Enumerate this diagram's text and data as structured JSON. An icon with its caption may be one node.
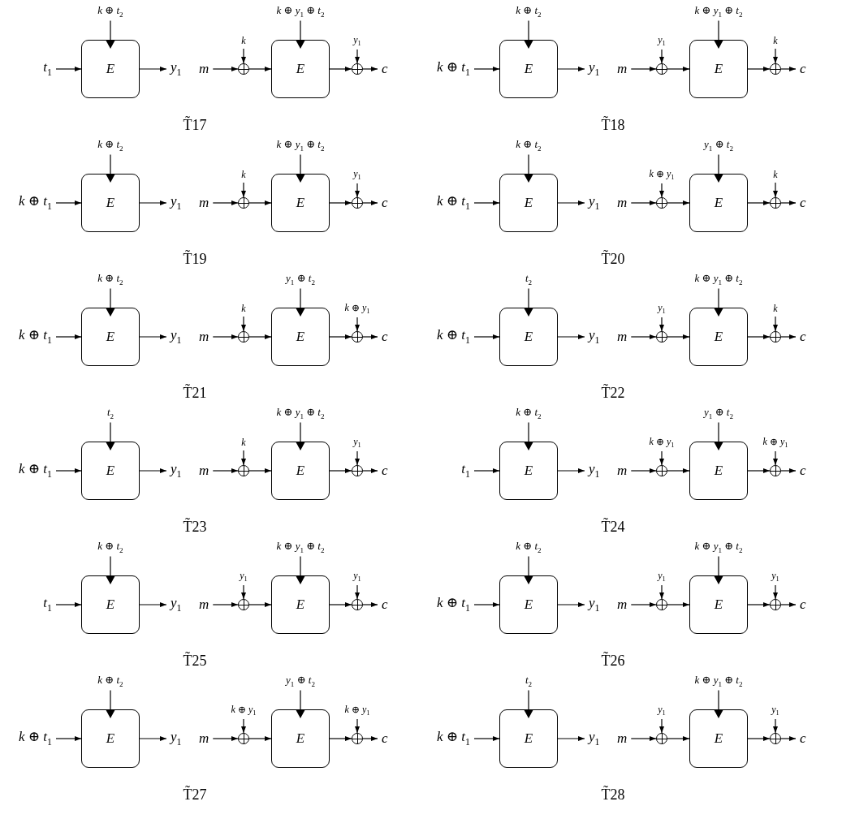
{
  "diagram": {
    "nodes": [
      {
        "text": [
          "t$_{1}$"
        ]
      },
      {
        "text": [
          "k ⊕ t$_{2}$"
        ]
      },
      {
        "text": [
          "E"
        ]
      },
      {
        "text": [
          "y$_{1}$"
        ]
      },
      {
        "text": [
          "m"
        ]
      },
      {
        "text": [
          "k"
        ]
      },
      {
        "text": [],
        "shape": "circle"
      },
      {
        "text": [
          "k ⊕ y$_{1}$ ⊕ t$_{2}$"
        ]
      },
      {
        "text": [
          "E"
        ]
      },
      {
        "text": [
          "y$_{1}$"
        ]
      },
      {
        "text": [],
        "shape": "circle"
      },
      {
        "text": [
          "c"
        ]
      },
      {
        "text": [
          "k ⊕ t$_{1}$"
        ]
      },
      {
        "text": [
          "k ⊕ t$_{2}$"
        ]
      },
      {
        "text": [
          "E"
        ]
      },
      {
        "text": [
          "y$_{1}$"
        ]
      },
      {
        "text": [
          "m"
        ]
      },
      {
        "text": [
          "y$_{1}$"
        ]
      },
      {
        "text": [],
        "shape": "circle"
      },
      {
        "text": [
          "k ⊕ y$_{1}$ ⊕ t$_{2}$"
        ]
      },
      {
        "text": [
          "E"
        ]
      },
      {
        "text": [
          "k"
        ]
      },
      {
        "text": [],
        "shape": "circle"
      },
      {
        "text": [
          "c"
        ]
      },
      {
        "text": [
          "k ⊕ t$_{1}$"
        ]
      },
      {
        "text": [
          "k ⊕ t$_{2}$"
        ]
      },
      {
        "text": [
          "E"
        ]
      },
      {
        "text": [
          "y$_{1}$"
        ]
      },
      {
        "text": [
          "m"
        ]
      },
      {
        "text": [
          "k"
        ]
      },
      {
        "text": [],
        "shape": "circle"
      },
      {
        "text": [
          "k ⊕ y$_{1}$ ⊕ t$_{2}$"
        ]
      },
      {
        "text": [
          "E"
        ]
      },
      {
        "text": [
          "y$_{1}$"
        ]
      },
      {
        "text": [],
        "shape": "circle"
      },
      {
        "text": [
          "c"
        ]
      },
      {
        "text": [
          "k ⊕ t$_{1}$"
        ]
      },
      {
        "text": [
          "k ⊕ t$_{2}$"
        ]
      },
      {
        "text": [
          "E"
        ]
      },
      {
        "text": [
          "y$_{1}$"
        ]
      },
      {
        "text": [
          "m"
        ]
      },
      {
        "text": [
          "k ⊕ y$_{1}$"
        ]
      },
      {
        "text": [],
        "shape": "circle"
      },
      {
        "text": [
          "y$_{1}$ ⊕ t$_{2}$"
        ]
      },
      {
        "text": [
          "E"
        ]
      },
      {
        "text": [
          "k"
        ]
      },
      {
        "text": [],
        "shape": "circle"
      },
      {
        "text": [
          "c"
        ]
      },
      {
        "text": [
          "k ⊕ t$_{1}$"
        ]
      },
      {
        "text": [
          "k ⊕ t$_{2}$"
        ]
      },
      {
        "text": [
          "E"
        ]
      },
      {
        "text": [
          "y$_{1}$"
        ]
      },
      {
        "text": [
          "m"
        ]
      },
      {
        "text": [
          "k"
        ]
      },
      {
        "text": [],
        "shape": "circle"
      },
      {
        "text": [
          "y$_{1}$ ⊕ t$_{2}$"
        ]
      },
      {
        "text": [
          "E"
        ]
      },
      {
        "text": [
          "k ⊕ y$_{1}$"
        ]
      },
      {
        "text": [],
        "shape": "circle"
      },
      {
        "text": [
          "c"
        ]
      },
      {
        "text": [
          "k ⊕ t$_{1}$"
        ]
      },
      {
        "text": [
          "t$_{2}$"
        ]
      },
      {
        "text": [
          "E"
        ]
      },
      {
        "text": [
          "y$_{1}$"
        ]
      },
      {
        "text": [
          "m"
        ]
      },
      {
        "text": [
          "y$_{1}$"
        ]
      },
      {
        "text": [],
        "shape": "circle"
      },
      {
        "text": [
          "k ⊕ y$_{1}$ ⊕ t$_{2}$"
        ]
      },
      {
        "text": [
          "E"
        ]
      },
      {
        "text": [
          "k"
        ]
      },
      {
        "text": [],
        "shape": "circle"
      },
      {
        "text": [
          "c"
        ]
      },
      {
        "text": [
          "k ⊕ t$_{1}$"
        ]
      },
      {
        "text": [
          "t$_{2}$"
        ]
      },
      {
        "text": [
          "E"
        ]
      },
      {
        "text": [
          "y$_{1}$"
        ]
      },
      {
        "text": [
          "m"
        ]
      },
      {
        "text": [
          "k"
        ]
      },
      {
        "text": [],
        "shape": "circle"
      },
      {
        "text": [
          "k ⊕ y$_{1}$ ⊕ t$_{2}$"
        ]
      },
      {
        "text": [
          "E"
        ]
      },
      {
        "text": [
          "y$_{1}$"
        ]
      },
      {
        "text": [],
        "shape": "circle"
      },
      {
        "text": [
          "c"
        ]
      },
      {
        "text": [
          "t$_{1}$"
        ]
      },
      {
        "text": [
          "k ⊕ t$_{2}$"
        ]
      },
      {
        "text": [
          "E"
        ]
      },
      {
        "text": [
          "y$_{1}$"
        ]
      },
      {
        "text": [
          "m"
        ]
      },
      {
        "text": [
          "k ⊕ y$_{1}$"
        ]
      },
      {
        "text": [],
        "shape": "circle"
      },
      {
        "text": [
          "y$_{1}$ ⊕ t$_{2}$"
        ]
      },
      {
        "text": [
          "E"
        ]
      },
      {
        "text": [
          "k ⊕ y$_{1}$"
        ]
      },
      {
        "text": [],
        "shape": "circle"
      },
      {
        "text": [
          "c"
        ]
      },
      {
        "text": [
          "t$_{1}$"
        ]
      },
      {
        "text": [
          "k ⊕ t$_{2}$"
        ]
      },
      {
        "text": [
          "E"
        ]
      },
      {
        "text": [
          "y$_{1}$"
        ]
      },
      {
        "text": [
          "m"
        ]
      },
      {
        "text": [
          "y$_{1}$"
        ]
      },
      {
        "text": [],
        "shape": "circle"
      },
      {
        "text": [
          "k ⊕ y$_{1}$ ⊕ t$_{2}$"
        ]
      },
      {
        "text": [
          "E"
        ]
      },
      {
        "text": [
          "y$_{1}$"
        ]
      },
      {
        "text": [],
        "shape": "circle"
      },
      {
        "text": [
          "c"
        ]
      },
      {
        "text": [
          "k ⊕ t$_{1}$"
        ]
      },
      {
        "text": [
          "k ⊕ t$_{2}$"
        ]
      },
      {
        "text": [
          "E"
        ]
      },
      {
        "text": [
          "y$_{1}$"
        ]
      },
      {
        "text": [
          "m"
        ]
      },
      {
        "text": [
          "y$_{1}$"
        ]
      },
      {
        "text": [],
        "shape": "circle"
      },
      {
        "text": [
          "k ⊕ y$_{1}$ ⊕ t$_{2}$"
        ]
      },
      {
        "text": [
          "E"
        ]
      },
      {
        "text": [
          "y$_{1}$"
        ]
      },
      {
        "text": [],
        "shape": "circle"
      },
      {
        "text": [
          "c"
        ]
      },
      {
        "text": [
          "k ⊕ t$_{1}$"
        ]
      },
      {
        "text": [
          "k ⊕ t$_{2}$"
        ]
      },
      {
        "text": [
          "E"
        ]
      },
      {
        "text": [
          "y$_{1}$"
        ]
      },
      {
        "text": [
          "m"
        ]
      },
      {
        "text": [
          "k ⊕ y$_{1}$"
        ]
      },
      {
        "text": [],
        "shape": "circle"
      },
      {
        "text": [
          "y$_{1}$ ⊕ t$_{2}$"
        ]
      },
      {
        "text": [
          "E"
        ]
      },
      {
        "text": [
          "k ⊕ y$_{1}$"
        ]
      },
      {
        "text": [],
        "shape": "circle"
      },
      {
        "text": [
          "c"
        ]
      },
      {
        "text": [
          "k ⊕ t$_{1}$"
        ]
      },
      {
        "text": [
          "t$_{2}$"
        ]
      },
      {
        "text": [
          "E"
        ]
      },
      {
        "text": [
          "y$_{1}$"
        ]
      },
      {
        "text": [
          "m"
        ]
      },
      {
        "text": [
          "y$_{1}$"
        ]
      },
      {
        "text": [],
        "shape": "circle"
      },
      {
        "text": [
          "k ⊕ y$_{1}$ ⊕ t$_{2}$"
        ]
      },
      {
        "text": [
          "E"
        ]
      },
      {
        "text": [
          "y$_{1}$"
        ]
      },
      {
        "text": [],
        "shape": "circle"
      },
      {
        "text": [
          "c"
        ]
      }
    ],
    "edges": [
      {
        "from": 0,
        "to": 2,
        "arrow": "to"
      },
      {
        "from": 1,
        "to": 2,
        "arrow": "to"
      },
      {
        "from": 2,
        "to": 3,
        "arrow": "to"
      },
      {
        "from": 4,
        "to": 6,
        "arrow": "to"
      },
      {
        "from": 5,
        "to": 6,
        "arrow": "to"
      },
      {
        "from": 6,
        "to": 8,
        "arrow": "to"
      },
      {
        "from": 7,
        "to": 8,
        "arrow": "to"
      },
      {
        "from": 8,
        "to": 10,
        "arrow": "to"
      },
      {
        "from": 9,
        "to": 10,
        "arrow": "to"
      },
      {
        "from": 10,
        "to": 11,
        "arrow": "to"
      },
      {
        "from": 12,
        "to": 14,
        "arrow": "to"
      },
      {
        "from": 13,
        "to": 14,
        "arrow": "to"
      },
      {
        "from": 14,
        "to": 15,
        "arrow": "to"
      },
      {
        "from": 16,
        "to": 18,
        "arrow": "to"
      },
      {
        "from": 17,
        "to": 18,
        "arrow": "to"
      },
      {
        "from": 18,
        "to": 20,
        "arrow": "to"
      },
      {
        "from": 19,
        "to": 20,
        "arrow": "to"
      },
      {
        "from": 20,
        "to": 22,
        "arrow": "to"
      },
      {
        "from": 21,
        "to": 22,
        "arrow": "to"
      },
      {
        "from": 22,
        "to": 23,
        "arrow": "to"
      },
      {
        "from": 24,
        "to": 26,
        "arrow": "to"
      },
      {
        "from": 25,
        "to": 26,
        "arrow": "to"
      },
      {
        "from": 26,
        "to": 27,
        "arrow": "to"
      },
      {
        "from": 28,
        "to": 30,
        "arrow": "to"
      },
      {
        "from": 29,
        "to": 30,
        "arrow": "to"
      },
      {
        "from": 30,
        "to": 32,
        "arrow": "to"
      },
      {
        "from": 31,
        "to": 32,
        "arrow": "to"
      },
      {
        "from": 32,
        "to": 34,
        "arrow": "to"
      },
      {
        "from": 33,
        "to": 34,
        "arrow": "to"
      },
      {
        "from": 34,
        "to": 35,
        "arrow": "to"
      },
      {
        "from": 36,
        "to": 38,
        "arrow": "to"
      },
      {
        "from": 37,
        "to": 38,
        "arrow": "to"
      },
      {
        "from": 38,
        "to": 39,
        "arrow": "to"
      },
      {
        "from": 40,
        "to": 42,
        "arrow": "to"
      },
      {
        "from": 41,
        "to": 42,
        "arrow": "to"
      },
      {
        "from": 42,
        "to": 44,
        "arrow": "to"
      },
      {
        "from": 43,
        "to": 44,
        "arrow": "to"
      },
      {
        "from": 44,
        "to": 46,
        "arrow": "to"
      },
      {
        "from": 45,
        "to": 46,
        "arrow": "to"
      },
      {
        "from": 46,
        "to": 47,
        "arrow": "to"
      },
      {
        "from": 48,
        "to": 50,
        "arrow": "to"
      },
      {
        "from": 49,
        "to": 50,
        "arrow": "to"
      },
      {
        "from": 50,
        "to": 51,
        "arrow": "to"
      },
      {
        "from": 52,
        "to": 54,
        "arrow": "to"
      },
      {
        "from": 53,
        "to": 54,
        "arrow": "to"
      },
      {
        "from": 54,
        "to": 56,
        "arrow": "to"
      },
      {
        "from": 55,
        "to": 56,
        "arrow": "to"
      },
      {
        "from": 56,
        "to": 58,
        "arrow": "to"
      },
      {
        "from": 57,
        "to": 58,
        "arrow": "to"
      },
      {
        "from": 58,
        "to": 59,
        "arrow": "to"
      },
      {
        "from": 60,
        "to": 62,
        "arrow": "to"
      },
      {
        "from": 61,
        "to": 62,
        "arrow": "to"
      },
      {
        "from": 62,
        "to": 63,
        "arrow": "to"
      },
      {
        "from": 64,
        "to": 66,
        "arrow": "to"
      },
      {
        "from": 65,
        "to": 66,
        "arrow": "to"
      },
      {
        "from": 66,
        "to": 68,
        "arrow": "to"
      },
      {
        "from": 67,
        "to": 68,
        "arrow": "to"
      },
      {
        "from": 68,
        "to": 70,
        "arrow": "to"
      },
      {
        "from": 69,
        "to": 70,
        "arrow": "to"
      },
      {
        "from": 70,
        "to": 71,
        "arrow": "to"
      },
      {
        "from": 72,
        "to": 74,
        "arrow": "to"
      },
      {
        "from": 73,
        "to": 74,
        "arrow": "to"
      },
      {
        "from": 74,
        "to": 75,
        "arrow": "to"
      },
      {
        "from": 76,
        "to": 78,
        "arrow": "to"
      },
      {
        "from": 77,
        "to": 78,
        "arrow": "to"
      },
      {
        "from": 78,
        "to": 80,
        "arrow": "to"
      },
      {
        "from": 79,
        "to": 80,
        "arrow": "to"
      },
      {
        "from": 80,
        "to": 82,
        "arrow": "to"
      },
      {
        "from": 81,
        "to": 82,
        "arrow": "to"
      },
      {
        "from": 82,
        "to": 83,
        "arrow": "to"
      },
      {
        "from": 84,
        "to": 86,
        "arrow": "to"
      },
      {
        "from": 85,
        "to": 86,
        "arrow": "to"
      },
      {
        "from": 86,
        "to": 87,
        "arrow": "to"
      },
      {
        "from": 88,
        "to": 90,
        "arrow": "to"
      },
      {
        "from": 89,
        "to": 90,
        "arrow": "to"
      },
      {
        "from": 90,
        "to": 92,
        "arrow": "to"
      },
      {
        "from": 91,
        "to": 92,
        "arrow": "to"
      },
      {
        "from": 92,
        "to": 94,
        "arrow": "to"
      },
      {
        "from": 93,
        "to": 94,
        "arrow": "to"
      },
      {
        "from": 94,
        "to": 95,
        "arrow": "to"
      },
      {
        "from": 96,
        "to": 98,
        "arrow": "to"
      },
      {
        "from": 97,
        "to": 98,
        "arrow": "to"
      },
      {
        "from": 98,
        "to": 99,
        "arrow": "to"
      },
      {
        "from": 100,
        "to": 102,
        "arrow": "to"
      },
      {
        "from": 101,
        "to": 102,
        "arrow": "to"
      },
      {
        "from": 102,
        "to": 104,
        "arrow": "to"
      },
      {
        "from": 103,
        "to": 104,
        "arrow": "to"
      },
      {
        "from": 104,
        "to": 106,
        "arrow": "to"
      },
      {
        "from": 105,
        "to": 106,
        "arrow": "to"
      },
      {
        "from": 106,
        "to": 107,
        "arrow": "to"
      },
      {
        "from": 108,
        "to": 110,
        "arrow": "to"
      },
      {
        "from": 109,
        "to": 110,
        "arrow": "to"
      },
      {
        "from": 110,
        "to": 111,
        "arrow": "to"
      },
      {
        "from": 112,
        "to": 114,
        "arrow": "to"
      },
      {
        "from": 113,
        "to": 114,
        "arrow": "to"
      },
      {
        "from": 114,
        "to": 116,
        "arrow": "to"
      },
      {
        "from": 115,
        "to": 116,
        "arrow": "to"
      },
      {
        "from": 116,
        "to": 118,
        "arrow": "to"
      },
      {
        "from": 117,
        "to": 118,
        "arrow": "to"
      },
      {
        "from": 118,
        "to": 119,
        "arrow": "to"
      },
      {
        "from": 120,
        "to": 122,
        "arrow": "to"
      },
      {
        "from": 121,
        "to": 122,
        "arrow": "to"
      },
      {
        "from": 122,
        "to": 123,
        "arrow": "to"
      },
      {
        "from": 124,
        "to": 126,
        "arrow": "to"
      },
      {
        "from": 125,
        "to": 126,
        "arrow": "to"
      },
      {
        "from": 126,
        "to": 128,
        "arrow": "to"
      },
      {
        "from": 127,
        "to": 128,
        "arrow": "to"
      },
      {
        "from": 128,
        "to": 130,
        "arrow": "to"
      },
      {
        "from": 129,
        "to": 130,
        "arrow": "to"
      },
      {
        "from": 130,
        "to": 131,
        "arrow": "to"
      },
      {
        "from": 132,
        "to": 134,
        "arrow": "to"
      },
      {
        "from": 133,
        "to": 134,
        "arrow": "to"
      },
      {
        "from": 134,
        "to": 135,
        "arrow": "to"
      },
      {
        "from": 136,
        "to": 138,
        "arrow": "to"
      },
      {
        "from": 137,
        "to": 138,
        "arrow": "to"
      },
      {
        "from": 138,
        "to": 140,
        "arrow": "to"
      },
      {
        "from": 139,
        "to": 140,
        "arrow": "to"
      },
      {
        "from": 140,
        "to": 142,
        "arrow": "to"
      },
      {
        "from": 141,
        "to": 142,
        "arrow": "to"
      },
      {
        "from": 142,
        "to": 143,
        "arrow": "to"
      }
    ],
    "labels": [
      "T̃17",
      "T̃18",
      "T̃19",
      "T̃20",
      "T̃21",
      "T̃22",
      "T̃23",
      "T̃24",
      "T̃25",
      "T̃26",
      "T̃27",
      "T̃28"
    ]
  }
}
